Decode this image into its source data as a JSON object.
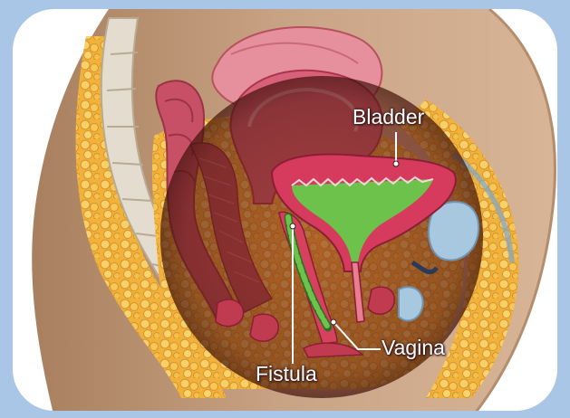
{
  "figure": {
    "labels": {
      "bladder": "Bladder",
      "vagina": "Vagina",
      "fistula": "Fistula"
    },
    "colors": {
      "background": "#a9c6e6",
      "panel": "#ffffff",
      "skin": "#c9a385",
      "skin_dark": "#9c7556",
      "fat": "#f2b640",
      "fat_light": "#f7d470",
      "spine": "#e4ddcf",
      "muscle": "#b8505e",
      "uterus": "#d9607a",
      "uterus_light": "#e98aa0",
      "bladder_wall": "#d63a5c",
      "urine": "#6cc24a",
      "vagina": "#d6425e",
      "fistula": "#5aa53a",
      "highlight_circle": "#5a1a10",
      "pubic_bone": "#a8c8e0"
    },
    "icons": [
      "label-leader-line",
      "highlight-circle"
    ]
  }
}
